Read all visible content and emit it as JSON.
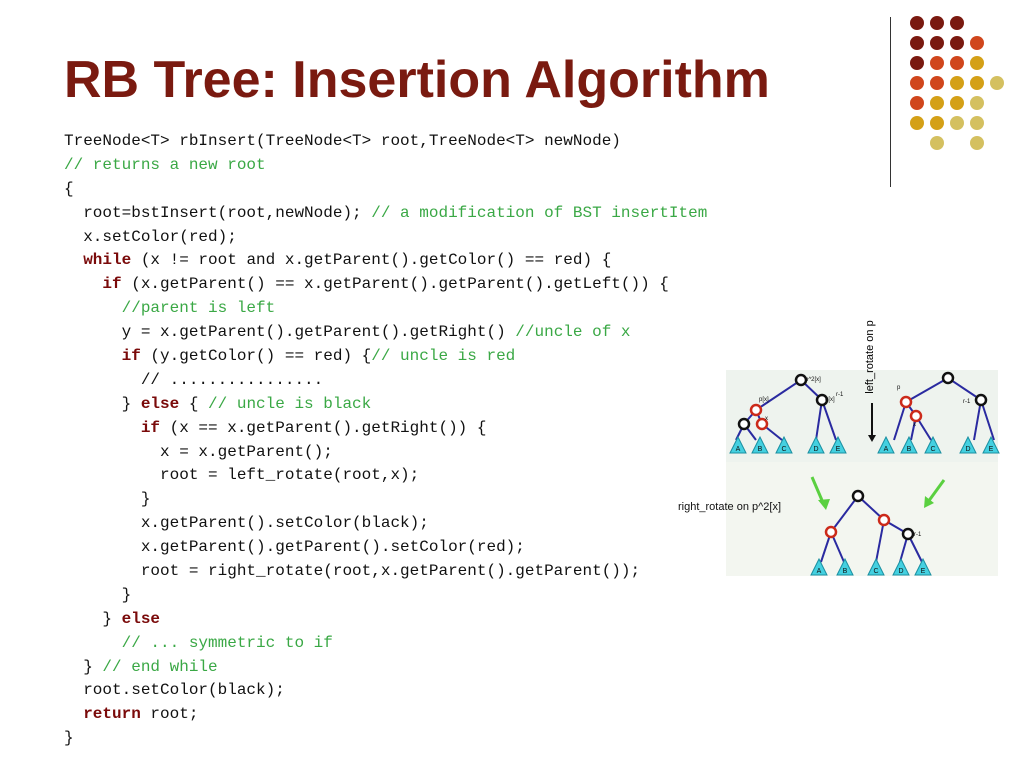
{
  "slide": {
    "title": "RB Tree: Insertion Algorithm"
  },
  "code_lines": [
    [
      {
        "t": "TreeNode<T> rbInsert(TreeNode<T> root,TreeNode<T> newNode)",
        "c": "tx"
      }
    ],
    [
      {
        "t": "// returns a new root",
        "c": "cm"
      }
    ],
    [
      {
        "t": "{",
        "c": "tx"
      }
    ],
    [
      {
        "t": "  root=bstInsert(root,newNode); ",
        "c": "tx"
      },
      {
        "t": "// a modification of BST insertItem",
        "c": "cm"
      }
    ],
    [
      {
        "t": "  x.setColor(red);",
        "c": "tx"
      }
    ],
    [
      {
        "t": "  ",
        "c": "tx"
      },
      {
        "t": "while",
        "c": "kw"
      },
      {
        "t": " (x != root and x.getParent().getColor() == red) {",
        "c": "tx"
      }
    ],
    [
      {
        "t": "    ",
        "c": "tx"
      },
      {
        "t": "if",
        "c": "kw"
      },
      {
        "t": " (x.getParent() == x.getParent().getParent().getLeft()) {",
        "c": "tx"
      }
    ],
    [
      {
        "t": "      //parent is left",
        "c": "cm"
      }
    ],
    [
      {
        "t": "      y = x.getParent().getParent().getRight() ",
        "c": "tx"
      },
      {
        "t": "//uncle of x",
        "c": "cm"
      }
    ],
    [
      {
        "t": "      ",
        "c": "tx"
      },
      {
        "t": "if",
        "c": "kw"
      },
      {
        "t": " (y.getColor() == red) {",
        "c": "tx"
      },
      {
        "t": "// uncle is red",
        "c": "cm"
      }
    ],
    [
      {
        "t": "        // ................",
        "c": "tx"
      }
    ],
    [
      {
        "t": "      } ",
        "c": "tx"
      },
      {
        "t": "else",
        "c": "kw"
      },
      {
        "t": " { ",
        "c": "tx"
      },
      {
        "t": "// uncle is black",
        "c": "cm"
      }
    ],
    [
      {
        "t": "        ",
        "c": "tx"
      },
      {
        "t": "if",
        "c": "kw"
      },
      {
        "t": " (x == x.getParent().getRight()) {",
        "c": "tx"
      }
    ],
    [
      {
        "t": "          x = x.getParent();",
        "c": "tx"
      }
    ],
    [
      {
        "t": "          root = left_rotate(root,x);",
        "c": "tx"
      }
    ],
    [
      {
        "t": "        }",
        "c": "tx"
      }
    ],
    [
      {
        "t": "        x.getParent().setColor(black);",
        "c": "tx"
      }
    ],
    [
      {
        "t": "        x.getParent().getParent().setColor(red);",
        "c": "tx"
      }
    ],
    [
      {
        "t": "        root = right_rotate(root,x.getParent().getParent());",
        "c": "tx"
      }
    ],
    [
      {
        "t": "      }",
        "c": "tx"
      }
    ],
    [
      {
        "t": "    } ",
        "c": "tx"
      },
      {
        "t": "else",
        "c": "kw"
      }
    ],
    [
      {
        "t": "      // ... symmetric to if",
        "c": "cm"
      }
    ],
    [
      {
        "t": "  } ",
        "c": "tx"
      },
      {
        "t": "// end while",
        "c": "cm"
      }
    ],
    [
      {
        "t": "  root.setColor(black);",
        "c": "tx"
      }
    ],
    [
      {
        "t": "  ",
        "c": "tx"
      },
      {
        "t": "return",
        "c": "kw"
      },
      {
        "t": " root;",
        "c": "tx"
      }
    ],
    [
      {
        "t": "}",
        "c": "tx"
      }
    ]
  ],
  "diagram": {
    "left_rotate_label": "left_rotate on p",
    "right_rotate_label": "right_rotate on p^2[x]",
    "tree1": {
      "root": "p^2[x]",
      "left": "p[x]",
      "right": "u[x]",
      "x_label": "x",
      "top_label": "r",
      "right_top": "r",
      "right_leaf_label": "r-1",
      "leaves": [
        "A",
        "B",
        "C",
        "D",
        "E"
      ]
    },
    "tree2": {
      "p_label": "p",
      "x_label": "x",
      "right_leaf_label": "r-1",
      "leaves": [
        "A",
        "B",
        "C",
        "D",
        "E"
      ]
    },
    "tree3": {
      "right_leaf_label": "r-1",
      "leaves": [
        "A",
        "B",
        "C",
        "D",
        "E"
      ]
    }
  },
  "colors": {
    "title": "#7a1a10",
    "keyword": "#7a0a0a",
    "comment": "#3aa845",
    "red_node": "#cc2a1a",
    "black_node": "#111111",
    "edge": "#2a2aa0",
    "leaf": "#44d0e0"
  },
  "decor_dots": [
    [
      "#7a1a10",
      "#7a1a10",
      "#7a1a10",
      null,
      null
    ],
    [
      "#7a1a10",
      "#7a1a10",
      "#7a1a10",
      "#d0461c",
      null
    ],
    [
      "#7a1a10",
      "#d0461c",
      "#d0461c",
      "#d4a017",
      null
    ],
    [
      "#d0461c",
      "#d0461c",
      "#d4a017",
      "#d4a017",
      "#d4c060"
    ],
    [
      "#d0461c",
      "#d4a017",
      "#d4a017",
      "#d4c060",
      null
    ],
    [
      "#d4a017",
      "#d4a017",
      "#d4c060",
      "#d4c060",
      null
    ],
    [
      null,
      "#d4c060",
      null,
      "#d4c060",
      null
    ]
  ]
}
